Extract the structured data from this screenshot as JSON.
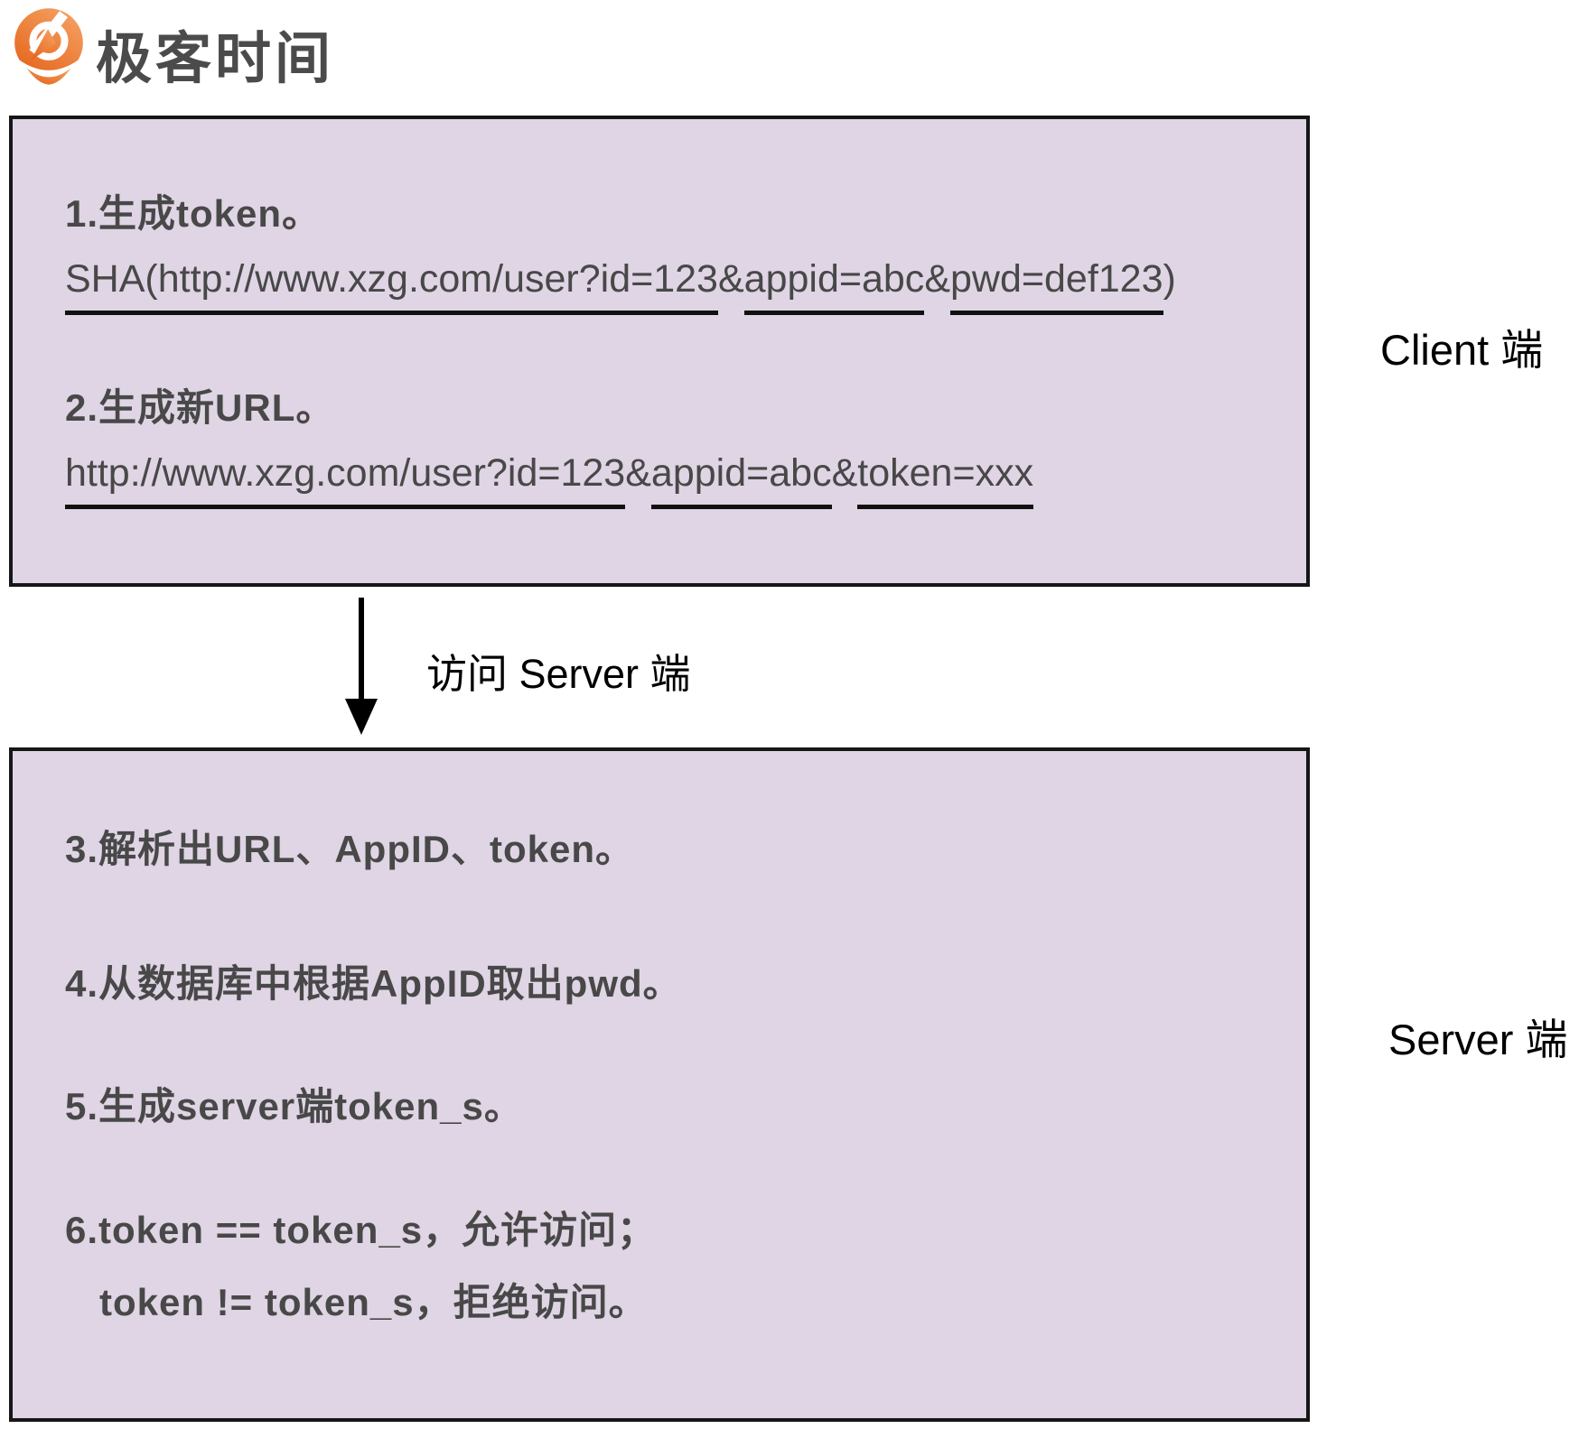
{
  "brand": {
    "name": "极客时间"
  },
  "client_box": {
    "step1_title": "1.生成token。",
    "url1_parts": {
      "p0": "SHA(http://www.xzg.com/user?id=123",
      "p1": "&",
      "p2": "appid=abc",
      "p3": "&",
      "p4": "pwd=def123",
      "p5": ")"
    },
    "step2_title": "2.生成新URL。",
    "url2_parts": {
      "p0": "http://www.xzg.com/user?id=123",
      "p1": "&",
      "p2": "appid=abc",
      "p3": "&",
      "p4": "token=xxx"
    }
  },
  "server_box": {
    "step3": "3.解析出URL、AppID、token。",
    "step4": "4.从数据库中根据AppID取出pwd。",
    "step5": "5.生成server端token_s。",
    "step6_line1": "6.token == token_s，允许访问；",
    "step6_line2": "token != token_s，拒绝访问。"
  },
  "labels": {
    "client": "Client 端",
    "server": "Server 端",
    "arrow": "访问 Server 端"
  },
  "colors": {
    "box_bg": "#dfd5e4",
    "box_border": "#161616",
    "box_text": "#484848",
    "label_text": "#000000",
    "logo_text": "#4b4b4b",
    "underline": "#111111",
    "logo_orange_light": "#f5a263",
    "logo_orange_dark": "#e4641c"
  }
}
